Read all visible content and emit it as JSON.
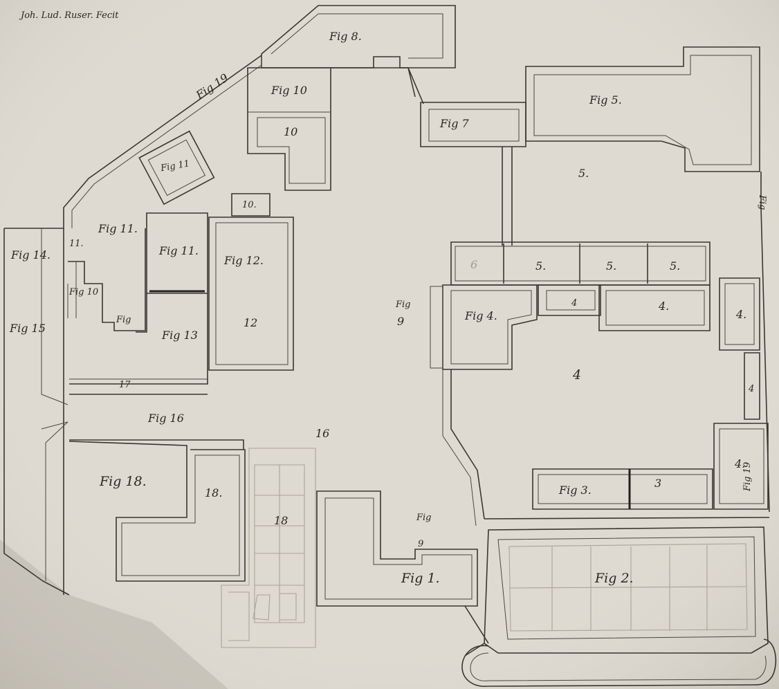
{
  "signature": "Joh. Lud. Ruser. Fecit",
  "labels": {
    "fig8": "Fig 8.",
    "fig19_top": "Fig 19",
    "fig10_top": "Fig 10",
    "num10_a": "10",
    "num10_b": "10.",
    "fig7": "Fig 7",
    "fig5": "Fig 5.",
    "num5_yard": "5.",
    "fig5_side": "Fig",
    "fig11_box": "Fig 11",
    "fig11_a": "Fig 11.",
    "fig11_b": "Fig 11.",
    "num11": "11.",
    "fig14": "Fig 14.",
    "fig12": "Fig 12.",
    "num12": "12",
    "fig10_small": "Fig 10",
    "fig_small": "Fig",
    "fig13": "Fig 13",
    "fig15": "Fig 15",
    "num17": "17",
    "fig9_fig": "Fig",
    "fig9_num": "9",
    "num6": "6",
    "num5_a": "5.",
    "num5_b": "5.",
    "num5_c": "5.",
    "fig4": "Fig 4.",
    "num4_a": "4",
    "num4_b": "4.",
    "num4_c": "4.",
    "num4_main": "4",
    "num4_d": "4",
    "num4_e": "4.",
    "fig16": "Fig 16",
    "num16": "16",
    "fig18": "Fig 18.",
    "num18_a": "18.",
    "num18_b": "18",
    "fig3": "Fig 3.",
    "num3": "3",
    "fig19_right": "Fig 19",
    "fig9b_fig": "Fig",
    "fig9b_num": "9",
    "fig1": "Fig 1.",
    "fig2": "Fig 2."
  },
  "colors": {
    "paper": "#d9d5cb",
    "ink": "#3a3630",
    "faint_ink": "#a9a397"
  }
}
